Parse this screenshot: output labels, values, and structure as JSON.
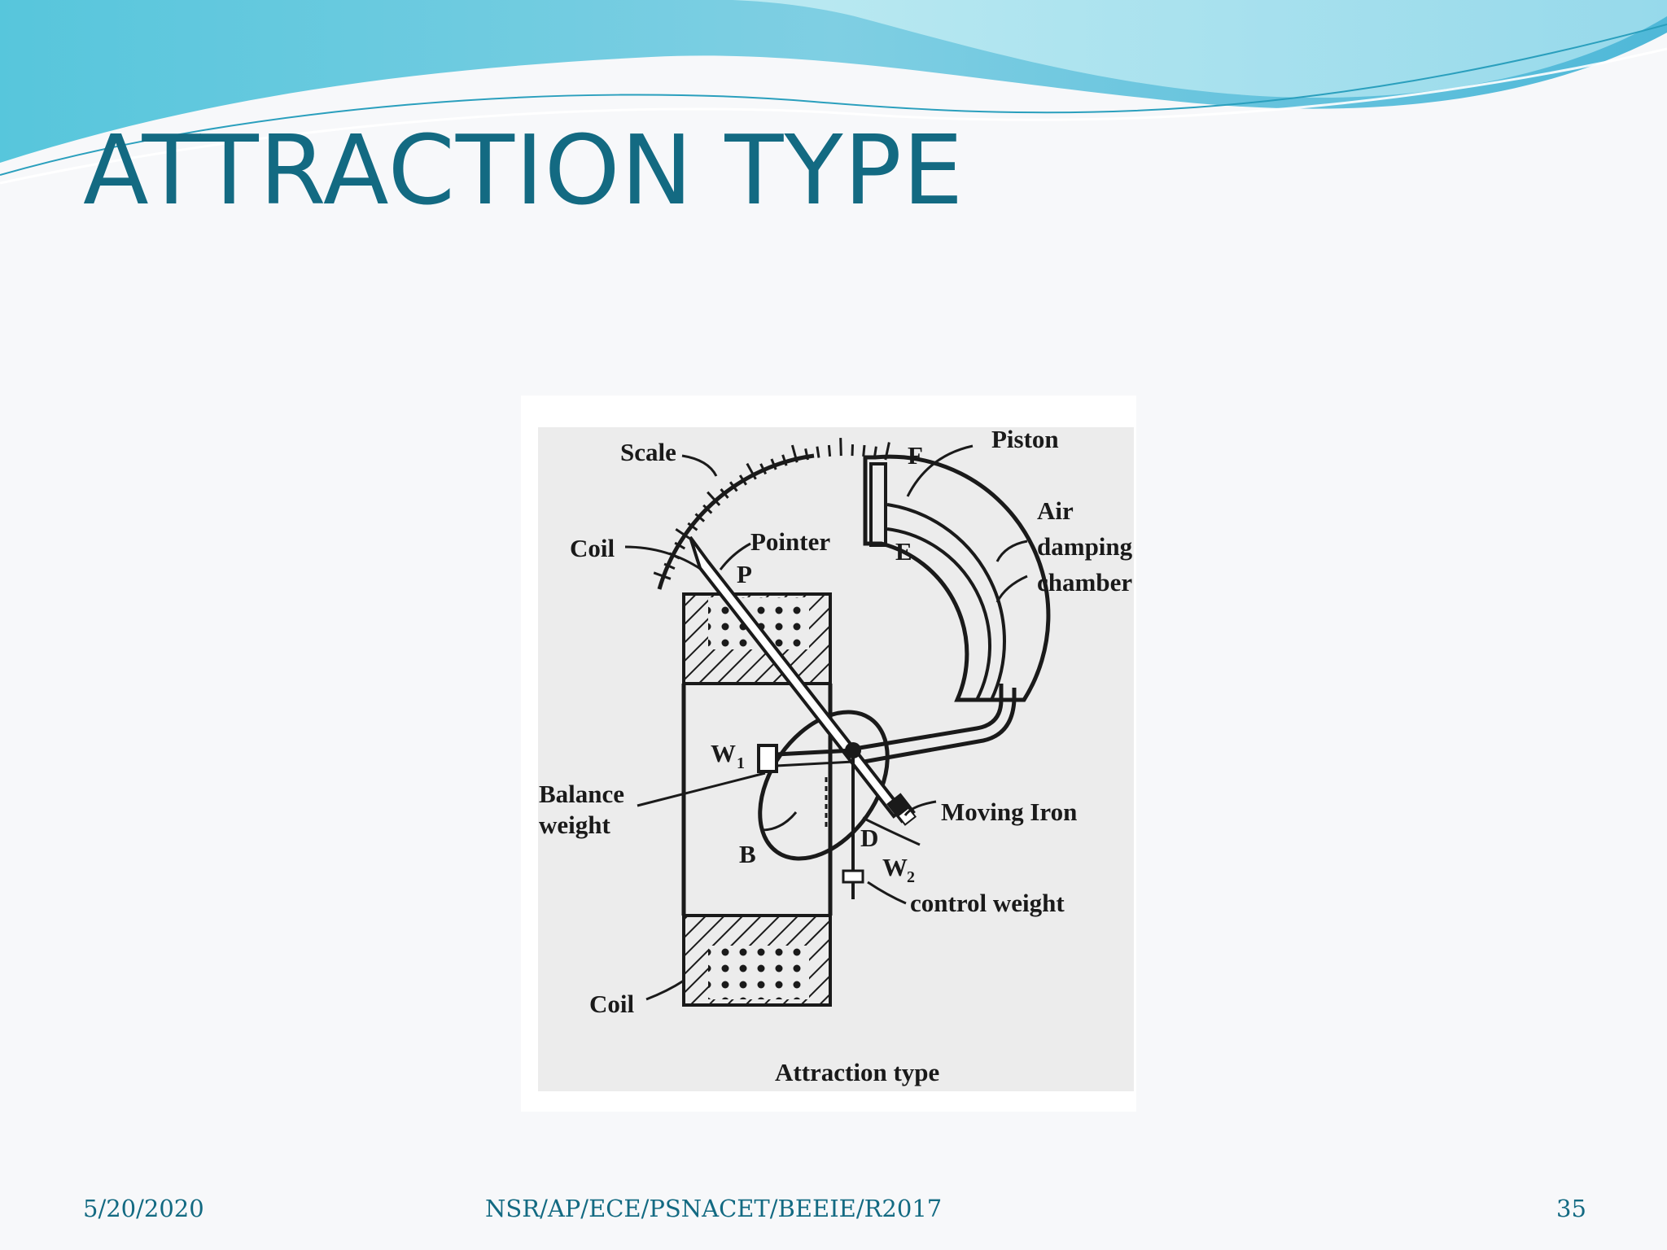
{
  "slide": {
    "title": "ATTRACTION TYPE"
  },
  "diagram": {
    "labels": {
      "scale": "Scale",
      "piston": "Piston",
      "f": "F",
      "coil_top": "Coil",
      "pointer": "Pointer",
      "p": "P",
      "e": "E",
      "air": "Air",
      "damping": "damping",
      "chamber": "chamber",
      "w1": "W",
      "w1_sub": "1",
      "balance": "Balance",
      "weight": "weight",
      "moving_iron": "Moving Iron",
      "d": "D",
      "b": "B",
      "w2": "W",
      "w2_sub": "2",
      "control_weight": "control weight",
      "coil_bottom": "Coil",
      "caption": "Attraction type"
    }
  },
  "footer": {
    "date": "5/20/2020",
    "reference": "NSR/AP/ECE/PSNACET/BEEIE/R2017",
    "page_number": "35"
  },
  "colors": {
    "title": "#136a82",
    "wave_light": "#a8e4ee",
    "wave_mid": "#6ccfe2",
    "wave_dark": "#3fb6d3"
  }
}
